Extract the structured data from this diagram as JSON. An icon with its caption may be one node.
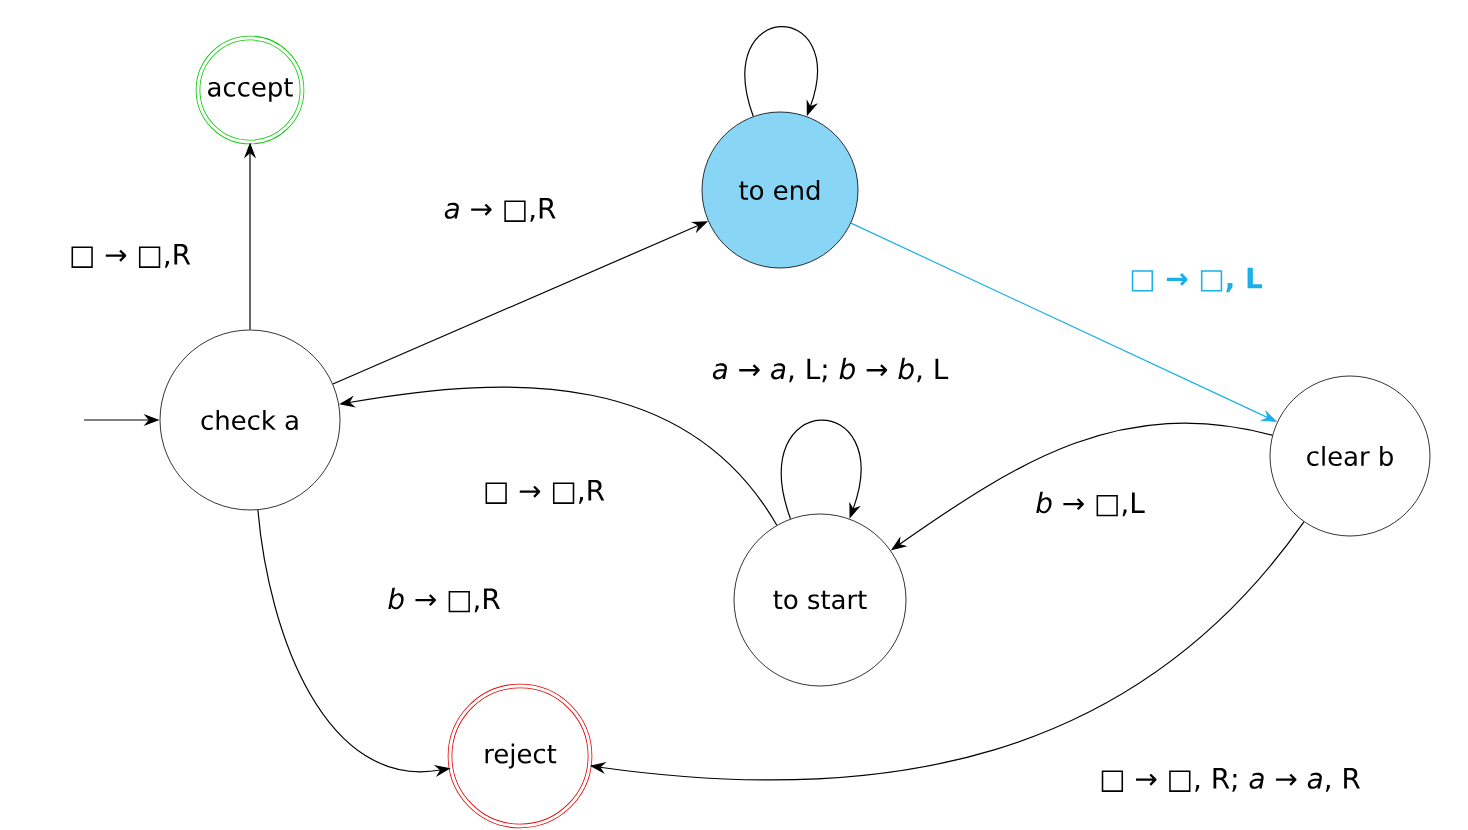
{
  "diagram": {
    "nodes": [
      {
        "text": [
          "accept"
        ]
      },
      {
        "text": [
          "check a"
        ]
      },
      {
        "text": [
          "to end"
        ]
      },
      {
        "text": [
          "clear b"
        ]
      },
      {
        "text": [
          "to start"
        ]
      },
      {
        "text": [
          "reject"
        ]
      }
    ],
    "edges": [
      {
        "from": null,
        "to": 1,
        "arrow": "to"
      },
      {
        "from": 1,
        "to": 0,
        "arrow": "to",
        "label": "□ → □,R"
      },
      {
        "from": 1,
        "to": 2,
        "arrow": "to",
        "label": "*a* → □,R"
      },
      {
        "from": 2,
        "to": 2,
        "arrow": "to"
      },
      {
        "from": 2,
        "to": 3,
        "arrow": "to",
        "label": "□ → □, L",
        "color": "#1ab0ea"
      },
      {
        "from": 3,
        "to": 4,
        "arrow": "to",
        "label": "*b* → □,L"
      },
      {
        "from": 4,
        "to": 4,
        "arrow": "to",
        "label": "*a* → *a*, L; *b* → *b*, L"
      },
      {
        "from": 4,
        "to": 1,
        "arrow": "to",
        "label": "□ → □,R"
      },
      {
        "from": 1,
        "to": 5,
        "arrow": "to",
        "label": "*b* → □,R"
      },
      {
        "from": 3,
        "to": 5,
        "arrow": "to",
        "label": "□ → □, R; *a* → *a*, R"
      }
    ]
  }
}
